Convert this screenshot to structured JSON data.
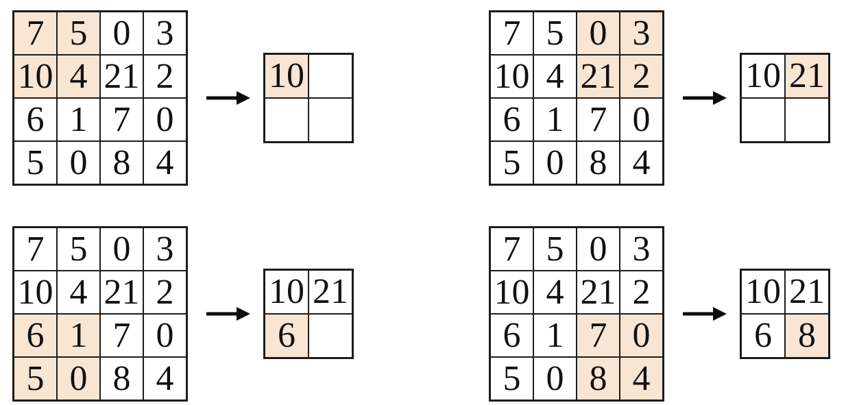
{
  "figure": {
    "description": "Four-step illustration of 2x2 max pooling with stride 2 applied to a 4x4 matrix",
    "highlight_color": "#f9e5d3",
    "grid_line_color": "#1c1c1c",
    "arrow_color": "#0d0d0d"
  },
  "panels": [
    {
      "name": "pooling-step-1",
      "matrix": {
        "rows": [
          [
            {
              "v": "7",
              "hl": true
            },
            {
              "v": "5",
              "hl": true
            },
            {
              "v": "0",
              "hl": false
            },
            {
              "v": "3",
              "hl": false
            }
          ],
          [
            {
              "v": "10",
              "hl": true
            },
            {
              "v": "4",
              "hl": true
            },
            {
              "v": "21",
              "hl": false
            },
            {
              "v": "2",
              "hl": false
            }
          ],
          [
            {
              "v": "6",
              "hl": false
            },
            {
              "v": "1",
              "hl": false
            },
            {
              "v": "7",
              "hl": false
            },
            {
              "v": "0",
              "hl": false
            }
          ],
          [
            {
              "v": "5",
              "hl": false
            },
            {
              "v": "0",
              "hl": false
            },
            {
              "v": "8",
              "hl": false
            },
            {
              "v": "4",
              "hl": false
            }
          ]
        ]
      },
      "output": {
        "rows": [
          [
            {
              "v": "10",
              "hl": true
            },
            {
              "v": "",
              "hl": false
            }
          ],
          [
            {
              "v": "",
              "hl": false
            },
            {
              "v": "",
              "hl": false
            }
          ]
        ]
      }
    },
    {
      "name": "pooling-step-2",
      "matrix": {
        "rows": [
          [
            {
              "v": "7",
              "hl": false
            },
            {
              "v": "5",
              "hl": false
            },
            {
              "v": "0",
              "hl": true
            },
            {
              "v": "3",
              "hl": true
            }
          ],
          [
            {
              "v": "10",
              "hl": false
            },
            {
              "v": "4",
              "hl": false
            },
            {
              "v": "21",
              "hl": true
            },
            {
              "v": "2",
              "hl": true
            }
          ],
          [
            {
              "v": "6",
              "hl": false
            },
            {
              "v": "1",
              "hl": false
            },
            {
              "v": "7",
              "hl": false
            },
            {
              "v": "0",
              "hl": false
            }
          ],
          [
            {
              "v": "5",
              "hl": false
            },
            {
              "v": "0",
              "hl": false
            },
            {
              "v": "8",
              "hl": false
            },
            {
              "v": "4",
              "hl": false
            }
          ]
        ]
      },
      "output": {
        "rows": [
          [
            {
              "v": "10",
              "hl": false
            },
            {
              "v": "21",
              "hl": true
            }
          ],
          [
            {
              "v": "",
              "hl": false
            },
            {
              "v": "",
              "hl": false
            }
          ]
        ]
      }
    },
    {
      "name": "pooling-step-3",
      "matrix": {
        "rows": [
          [
            {
              "v": "7",
              "hl": false
            },
            {
              "v": "5",
              "hl": false
            },
            {
              "v": "0",
              "hl": false
            },
            {
              "v": "3",
              "hl": false
            }
          ],
          [
            {
              "v": "10",
              "hl": false
            },
            {
              "v": "4",
              "hl": false
            },
            {
              "v": "21",
              "hl": false
            },
            {
              "v": "2",
              "hl": false
            }
          ],
          [
            {
              "v": "6",
              "hl": true
            },
            {
              "v": "1",
              "hl": true
            },
            {
              "v": "7",
              "hl": false
            },
            {
              "v": "0",
              "hl": false
            }
          ],
          [
            {
              "v": "5",
              "hl": true
            },
            {
              "v": "0",
              "hl": true
            },
            {
              "v": "8",
              "hl": false
            },
            {
              "v": "4",
              "hl": false
            }
          ]
        ]
      },
      "output": {
        "rows": [
          [
            {
              "v": "10",
              "hl": false
            },
            {
              "v": "21",
              "hl": false
            }
          ],
          [
            {
              "v": "6",
              "hl": true
            },
            {
              "v": "",
              "hl": false
            }
          ]
        ]
      }
    },
    {
      "name": "pooling-step-4",
      "matrix": {
        "rows": [
          [
            {
              "v": "7",
              "hl": false
            },
            {
              "v": "5",
              "hl": false
            },
            {
              "v": "0",
              "hl": false
            },
            {
              "v": "3",
              "hl": false
            }
          ],
          [
            {
              "v": "10",
              "hl": false
            },
            {
              "v": "4",
              "hl": false
            },
            {
              "v": "21",
              "hl": false
            },
            {
              "v": "2",
              "hl": false
            }
          ],
          [
            {
              "v": "6",
              "hl": false
            },
            {
              "v": "1",
              "hl": false
            },
            {
              "v": "7",
              "hl": true
            },
            {
              "v": "0",
              "hl": true
            }
          ],
          [
            {
              "v": "5",
              "hl": false
            },
            {
              "v": "0",
              "hl": false
            },
            {
              "v": "8",
              "hl": true
            },
            {
              "v": "4",
              "hl": true
            }
          ]
        ]
      },
      "output": {
        "rows": [
          [
            {
              "v": "10",
              "hl": false
            },
            {
              "v": "21",
              "hl": false
            }
          ],
          [
            {
              "v": "6",
              "hl": false
            },
            {
              "v": "8",
              "hl": true
            }
          ]
        ]
      }
    }
  ]
}
